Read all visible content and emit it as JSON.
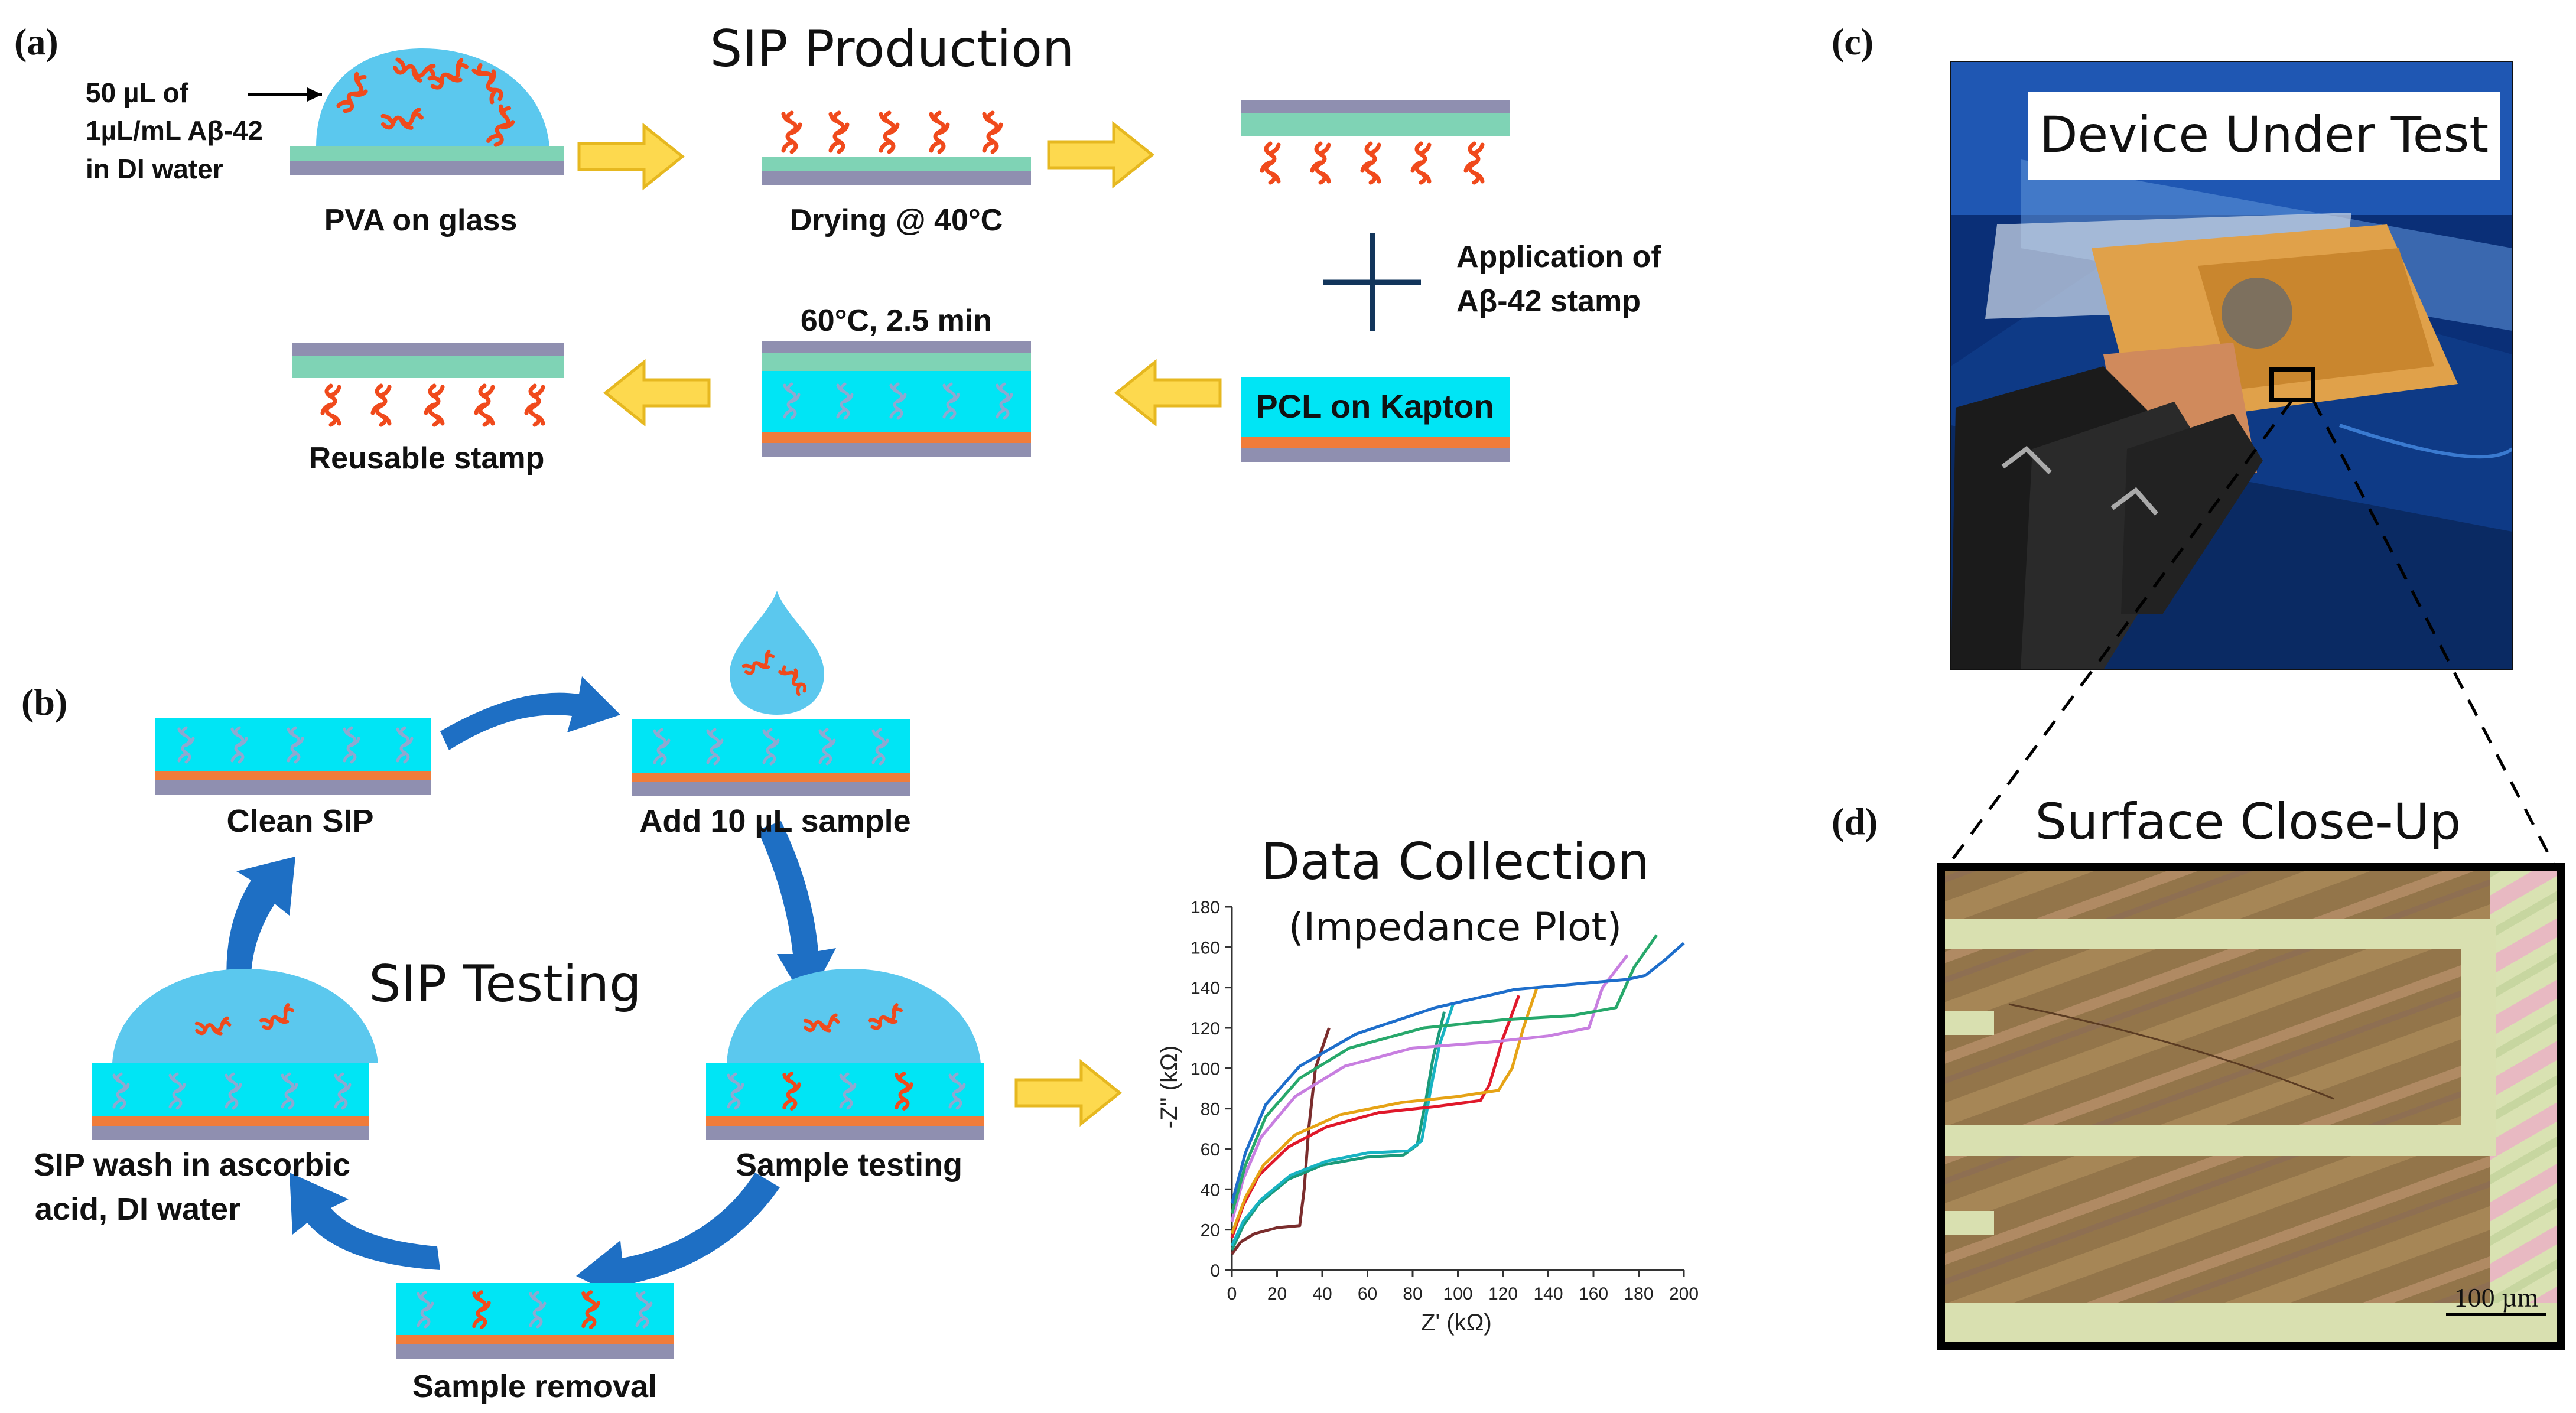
{
  "panel_labels": {
    "a": "(a)",
    "b": "(b)",
    "c": "(c)",
    "d": "(d)"
  },
  "panel_a": {
    "title": "SIP Production",
    "droplet_note": [
      "50 µL of",
      "1µL/mL Aβ-42",
      "in DI water"
    ],
    "pva_label": "PVA on glass",
    "drying_label": "Drying @ 40°C",
    "application_label": [
      "Application of",
      "Aβ-42 stamp"
    ],
    "press_label": "60°C, 2.5 min",
    "pcl_label": "PCL on Kapton",
    "reusable_label": "Reusable stamp"
  },
  "panel_b": {
    "center_title": "SIP Testing",
    "clean_label": "Clean SIP",
    "add_label": "Add 10 µL sample",
    "testing_label": "Sample testing",
    "removal_label": "Sample removal",
    "wash_label": [
      "SIP wash in ascorbic",
      "acid, DI water"
    ],
    "data_title": "Data Collection",
    "data_subtitle": "(Impedance Plot)"
  },
  "panel_c": {
    "title": "Device Under Test"
  },
  "panel_d": {
    "title": "Surface Close-Up",
    "scale_bar": "100 µm"
  },
  "colors": {
    "droplet": "#5bc8ee",
    "aptamer": "#f04a1c",
    "glass": "#8f8fb0",
    "pva": "#7fd3b5",
    "pcl": "#00e5f5",
    "kapton": "#f07c3a",
    "arrow_yellow": "#fdd94e",
    "cycle_blue": "#1e6fc4"
  },
  "chart_data": {
    "type": "line",
    "xlabel": "Z' (kΩ)",
    "ylabel": "-Z'' (kΩ)",
    "xlim": [
      0,
      200
    ],
    "ylim": [
      0,
      180
    ],
    "xticks": [
      0,
      20,
      40,
      60,
      80,
      100,
      120,
      140,
      160,
      180,
      200
    ],
    "yticks": [
      0,
      20,
      40,
      60,
      80,
      100,
      120,
      140,
      160,
      180
    ],
    "grid": false,
    "series": [
      {
        "color": "#7b2d2d",
        "points": [
          [
            0,
            8
          ],
          [
            4,
            14
          ],
          [
            10,
            18
          ],
          [
            20,
            21
          ],
          [
            30,
            22
          ],
          [
            32,
            40
          ],
          [
            34,
            70
          ],
          [
            37,
            100
          ],
          [
            43,
            120
          ]
        ]
      },
      {
        "color": "#1a9a7a",
        "points": [
          [
            0,
            10
          ],
          [
            5,
            22
          ],
          [
            12,
            33
          ],
          [
            25,
            45
          ],
          [
            40,
            52
          ],
          [
            60,
            56
          ],
          [
            76,
            57
          ],
          [
            82,
            62
          ],
          [
            86,
            85
          ],
          [
            89,
            105
          ],
          [
            94,
            128
          ]
        ]
      },
      {
        "color": "#17b3c2",
        "points": [
          [
            0,
            12
          ],
          [
            5,
            24
          ],
          [
            13,
            35
          ],
          [
            26,
            47
          ],
          [
            42,
            54
          ],
          [
            60,
            58
          ],
          [
            78,
            59
          ],
          [
            84,
            64
          ],
          [
            88,
            90
          ],
          [
            92,
            112
          ],
          [
            98,
            132
          ]
        ]
      },
      {
        "color": "#e0182a",
        "points": [
          [
            0,
            16
          ],
          [
            5,
            32
          ],
          [
            12,
            47
          ],
          [
            25,
            61
          ],
          [
            42,
            71
          ],
          [
            65,
            78
          ],
          [
            90,
            81
          ],
          [
            110,
            84
          ],
          [
            114,
            92
          ],
          [
            120,
            115
          ],
          [
            127,
            136
          ]
        ]
      },
      {
        "color": "#e6a316",
        "points": [
          [
            0,
            18
          ],
          [
            6,
            36
          ],
          [
            14,
            52
          ],
          [
            28,
            67
          ],
          [
            48,
            77
          ],
          [
            75,
            83
          ],
          [
            100,
            86
          ],
          [
            118,
            89
          ],
          [
            124,
            100
          ],
          [
            129,
            120
          ],
          [
            135,
            140
          ]
        ]
      },
      {
        "color": "#c87fe0",
        "points": [
          [
            0,
            24
          ],
          [
            5,
            45
          ],
          [
            13,
            66
          ],
          [
            28,
            86
          ],
          [
            50,
            101
          ],
          [
            80,
            110
          ],
          [
            115,
            113
          ],
          [
            140,
            116
          ],
          [
            158,
            120
          ],
          [
            164,
            140
          ],
          [
            175,
            156
          ]
        ]
      },
      {
        "color": "#27a86b",
        "points": [
          [
            0,
            28
          ],
          [
            6,
            52
          ],
          [
            15,
            76
          ],
          [
            30,
            95
          ],
          [
            52,
            110
          ],
          [
            85,
            120
          ],
          [
            120,
            124
          ],
          [
            150,
            126
          ],
          [
            170,
            130
          ],
          [
            178,
            150
          ],
          [
            188,
            166
          ]
        ]
      },
      {
        "color": "#1e6ecb",
        "points": [
          [
            0,
            33
          ],
          [
            6,
            58
          ],
          [
            15,
            82
          ],
          [
            30,
            101
          ],
          [
            55,
            117
          ],
          [
            90,
            130
          ],
          [
            125,
            139
          ],
          [
            155,
            142
          ],
          [
            175,
            144
          ],
          [
            183,
            146
          ],
          [
            192,
            154
          ],
          [
            200,
            162
          ]
        ]
      }
    ]
  }
}
